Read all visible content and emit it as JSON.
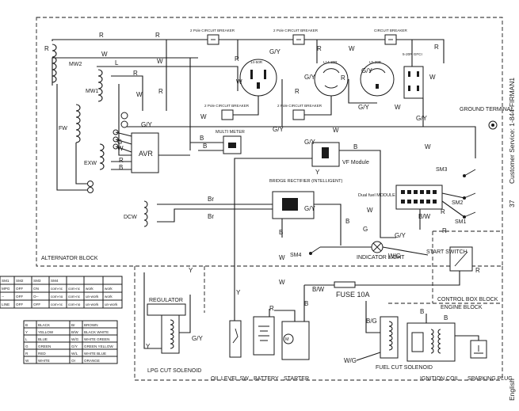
{
  "side_text": {
    "customer_service": "Customer Service: 1-844-FIRMAN1",
    "page_number": "37",
    "language": "English"
  },
  "blocks": {
    "alternator": "ALTERNATOR BLOCK",
    "control_box": "CONTROL BOX BLOCK",
    "engine": "ENGINE BLOCK"
  },
  "components": {
    "circuit_breaker_2pole": "2 Pole CIRCUIT BREAKER",
    "circuit_breaker": "CIRCUIT BREAKER",
    "outlet_14_50r": "14-50R",
    "outlet_l14_30r": "L14-30R",
    "outlet_l5_30r": "L5-30R",
    "outlet_5_20r": "5-20R GFCI",
    "mw2": "MW2",
    "mw1": "MW1",
    "fw": "FW",
    "exw": "EXW",
    "dcw": "DCW",
    "avr": "AVR",
    "multi_meter": "MULTI METER",
    "vf_module": "VF Module",
    "ground_terminal": "GROUND TERMINAL",
    "bridge_rectifier": "BRIDGE RECTIFIER (INTELLIGENT)",
    "dual_fuel_module": "Dual fuel MODULE",
    "sm1": "SM1",
    "sm2": "SM2",
    "sm3": "SM3",
    "sm4": "SM4",
    "indicator_light": "INDICATOR LIGHT",
    "start_switch": "START SWITCH",
    "fuse": "FUSE 10A",
    "regulator": "REGULATOR",
    "lpg_cut_solenoid": "LPG CUT SOLENOID",
    "oil_level_sw": "OIL LEVEL SW",
    "battery": "BATTERY",
    "starter": "STARTER",
    "fuel_cut_solenoid": "FUEL CUT SOLENOID",
    "ignition_coil": "IGNITION COIL",
    "sparking_plug": "SPARKING PLUG"
  },
  "switch_table": {
    "headers": [
      "SM1",
      "SM2",
      "SM3",
      "SM4",
      "",
      "SO-NO",
      "SO-NC"
    ],
    "rows": [
      [
        "MPG",
        "OFF",
        "ON",
        "com-nc",
        "com-nc",
        "work",
        "work"
      ],
      [
        "--",
        "OFF",
        "O--",
        "com-no",
        "com-nc",
        "un-work",
        "work"
      ],
      [
        "LINE",
        "OFF",
        "OFF",
        "com-nc",
        "com-no",
        "un-work",
        "un-work"
      ]
    ]
  },
  "color_legend": [
    [
      "B",
      "BLACK",
      "Br",
      "BROWN"
    ],
    [
      "Y",
      "YELLOW",
      "B/W",
      "BLACK WHITE"
    ],
    [
      "L",
      "BLUE",
      "W/G",
      "WHITE GREEN"
    ],
    [
      "G",
      "GREEN",
      "G/Y",
      "GREEN YELLOW"
    ],
    [
      "R",
      "RED",
      "W/L",
      "WHITE BLUE"
    ],
    [
      "W",
      "WHITE",
      "Or",
      "ORANGE"
    ]
  ]
}
